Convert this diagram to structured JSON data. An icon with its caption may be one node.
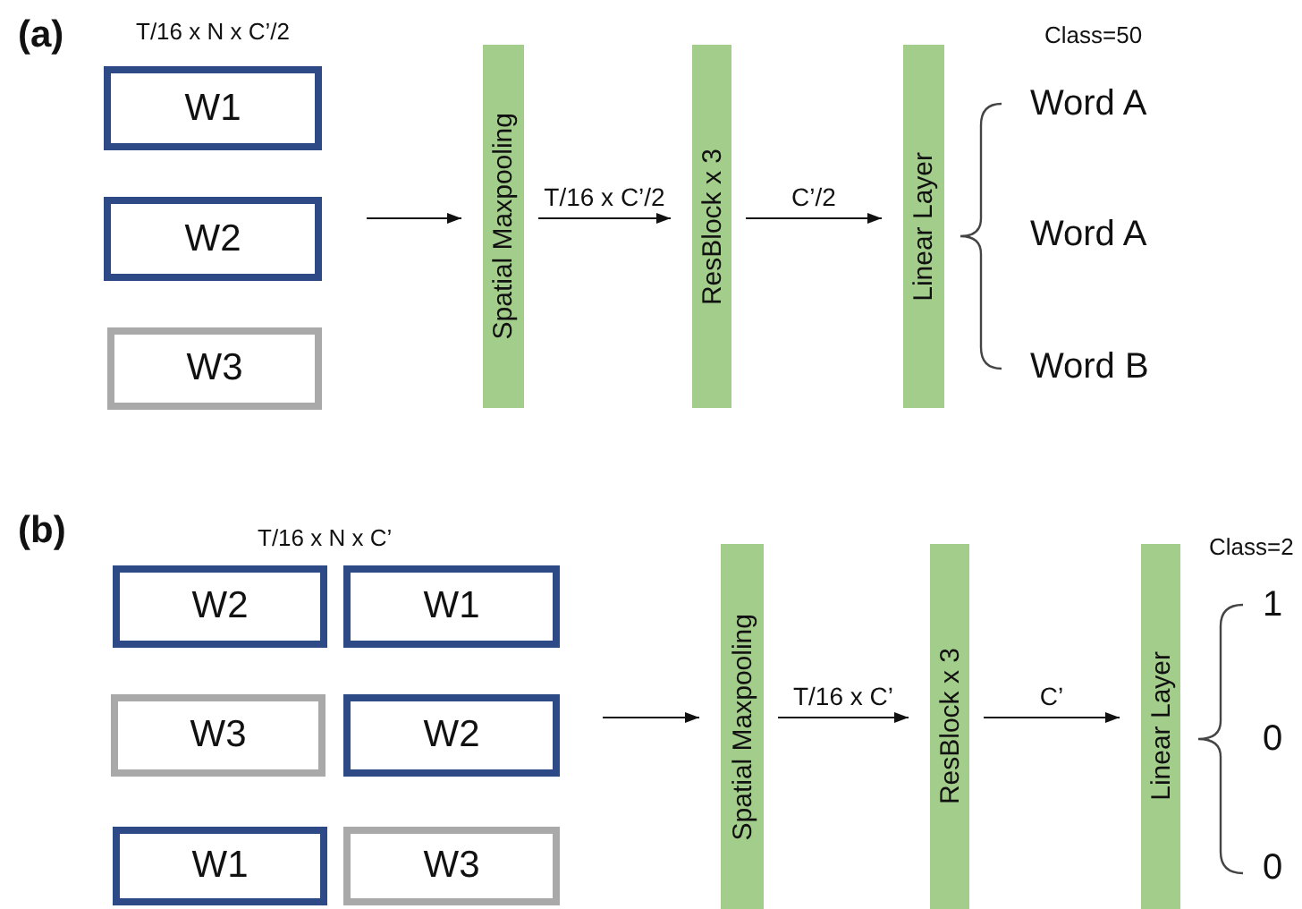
{
  "diagram": {
    "nodes": [
      {
        "text": [
          "W1"
        ]
      },
      {
        "text": [
          "W2"
        ]
      },
      {
        "text": [
          "W3"
        ]
      },
      {
        "text": [
          "Spatial Maxpooling"
        ]
      },
      {
        "text": [
          "ResBlock x 3"
        ]
      },
      {
        "text": [
          "Linear Layer"
        ]
      },
      {
        "text": [
          "W2"
        ]
      },
      {
        "text": [
          "W1"
        ]
      },
      {
        "text": [
          "W3"
        ]
      },
      {
        "text": [
          "W2"
        ]
      },
      {
        "text": [
          "W1"
        ]
      },
      {
        "text": [
          "W3"
        ]
      },
      {
        "text": [
          "Spatial Maxpooling"
        ]
      },
      {
        "text": [
          "ResBlock x 3"
        ]
      },
      {
        "text": [
          "Linear Layer"
        ]
      }
    ],
    "edges": [
      {
        "from": null,
        "to": 3,
        "arrow": "to"
      },
      {
        "from": 3,
        "to": 4,
        "arrow": "to",
        "label": "T/16 x C’/2"
      },
      {
        "from": 4,
        "to": 5,
        "arrow": "to",
        "label": "C’/2"
      },
      {
        "from": null,
        "to": 12,
        "arrow": "to"
      },
      {
        "from": 12,
        "to": 13,
        "arrow": "to",
        "label": "T/16 x C’"
      },
      {
        "from": 13,
        "to": 14,
        "arrow": "to",
        "label": "C’"
      }
    ],
    "labels": [
      "(a)",
      "T/16 x N x C’/2",
      "Class=50",
      "Word A",
      "Word A",
      "Word B",
      "(b)",
      "T/16 x N x C’",
      "Class=2",
      "1",
      "0",
      "0"
    ]
  }
}
